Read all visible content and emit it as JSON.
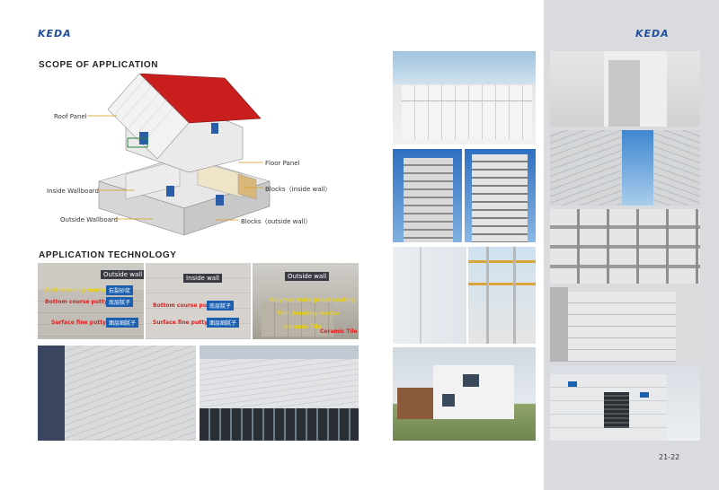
{
  "brand": {
    "logo_left": "KEDA",
    "logo_right": "KEDA"
  },
  "sections": {
    "scope_title": "SCOPE OF APPLICATION",
    "tech_title": "APPLICATION TECHNOLOGY"
  },
  "diagram_labels": {
    "roof_panel": "Roof Panel",
    "floor_panel": "Floor Panel",
    "inside_wallboard": "Inside Wallboard",
    "blocks_inside": "Blocks（inside wall）",
    "outside_wallboard": "Outside Wallboard",
    "blocks_outside": "Blocks（outside wall）"
  },
  "tech_panels": {
    "panel1": {
      "wall": "Outside wall",
      "l1": "Anti-cracking mortar",
      "l1_cn": "抗裂砂浆",
      "l2": "Bottom course putty",
      "l2_cn": "底层腻子",
      "l3": "Surface fine putty",
      "l3_cn": "面层细腻子"
    },
    "panel2": {
      "wall": "Inside wall",
      "l1": "Bottom course putty",
      "l1_cn": "底层腻子",
      "l2": "Surface fine putty",
      "l2_cn": "面层细腻子"
    },
    "panel3": {
      "wall": "Outside wall",
      "l1": "Polymer waterproof coating",
      "l2": "Thin Bonding mortar",
      "l3": "Ceramic Tile",
      "l4": "Ceramic Tile"
    }
  },
  "page_number": "21-22",
  "colors": {
    "brand_blue": "#1f4e9c",
    "right_panel": "#d9dbde",
    "roof_red": "#c81e1e"
  }
}
